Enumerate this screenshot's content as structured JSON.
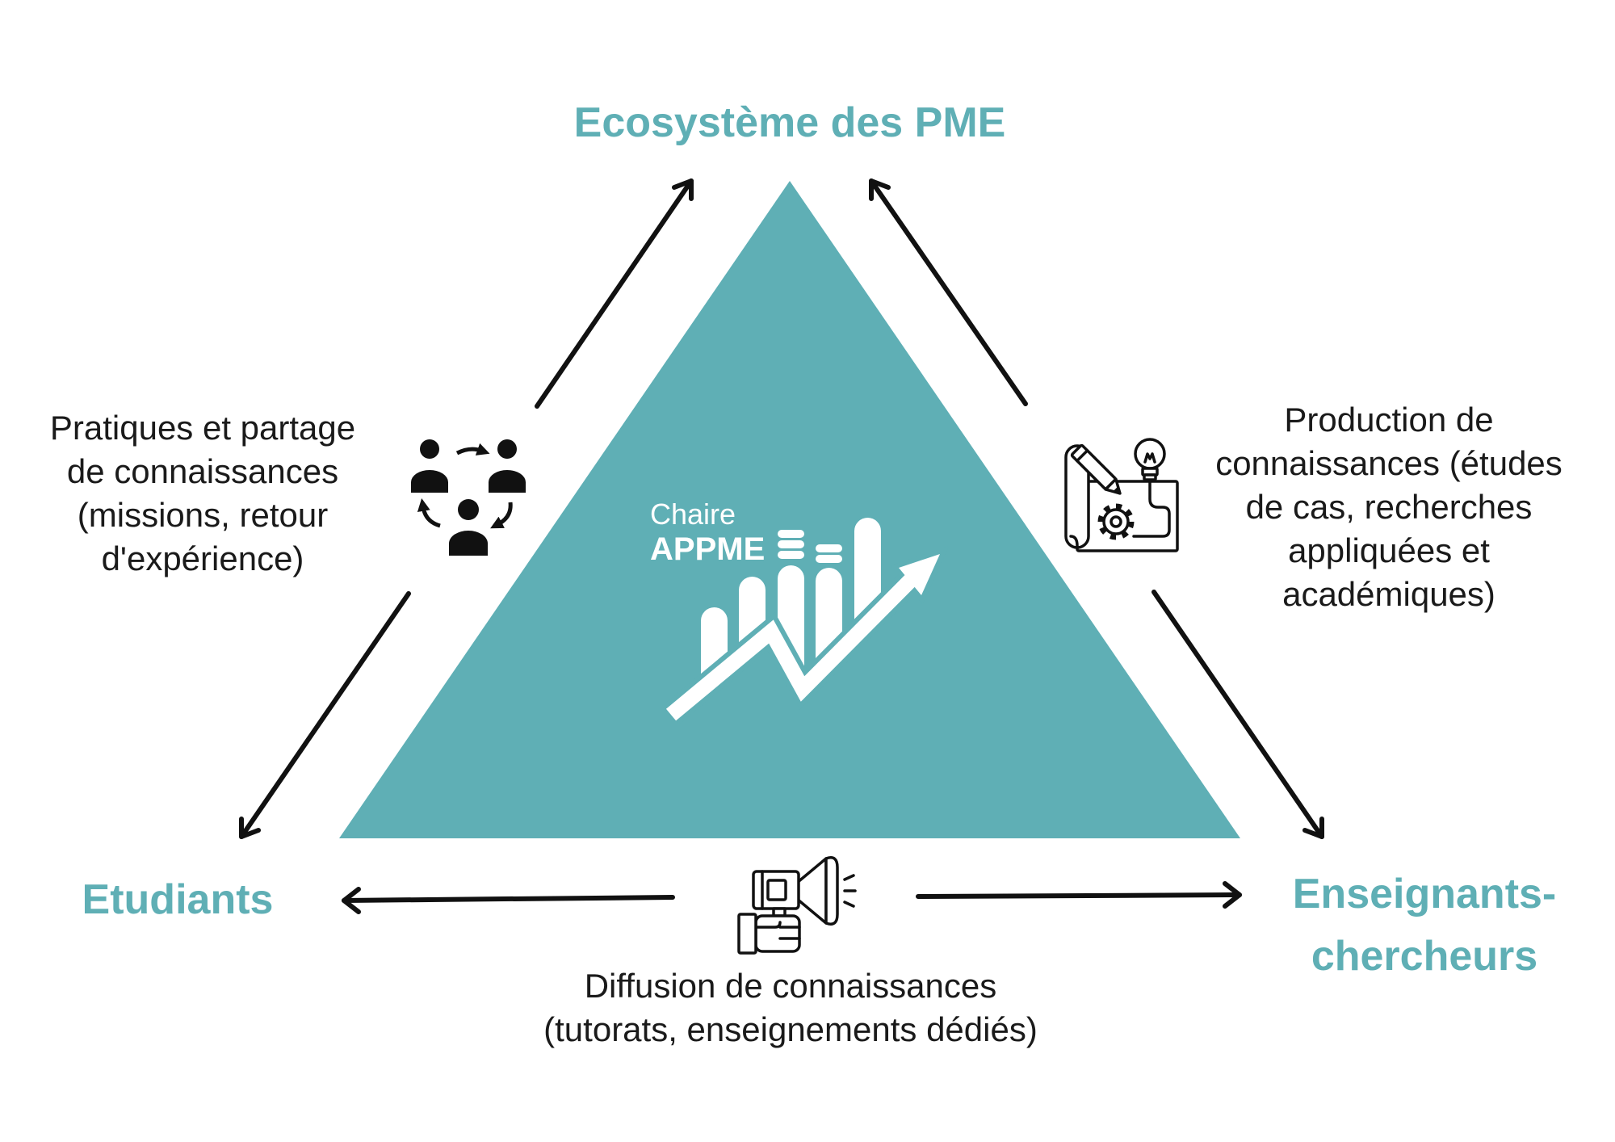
{
  "diagram": {
    "nodes": {
      "top": "Ecosystème des PME",
      "left": "Etudiants",
      "right": [
        "Enseignants-",
        "chercheurs"
      ]
    },
    "center_logo": {
      "line1": "Chaire",
      "line2": "APPME",
      "icon": "growth-bar-chart-icon"
    },
    "edges": {
      "left": {
        "icon": "people-exchange-icon",
        "label": [
          "Pratiques et partage",
          "de connaissances",
          "(missions, retour",
          "d'expérience)"
        ]
      },
      "right": {
        "icon": "blueprint-idea-icon",
        "label": [
          "Production de",
          "connaissances (études",
          "de cas, recherches",
          "appliquées et",
          "académiques)"
        ]
      },
      "bottom": {
        "icon": "megaphone-hand-icon",
        "label": [
          "Diffusion de connaissances",
          "(tutorats, enseignements dédiés)"
        ]
      }
    }
  },
  "colors": {
    "accent_teal": "#5fafb5",
    "text": "#1a1a1a",
    "background": "#ffffff",
    "logo": "#ffffff"
  }
}
